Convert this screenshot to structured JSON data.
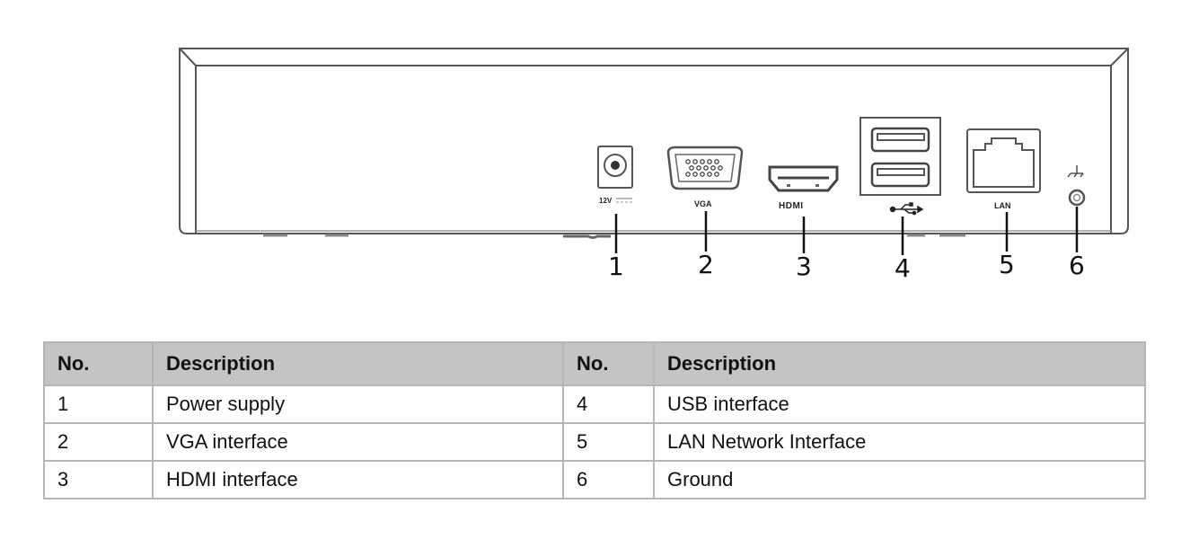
{
  "diagram": {
    "title": "NVR rear panel",
    "ports": [
      {
        "number": "1",
        "name": "power-port",
        "label": "12V"
      },
      {
        "number": "2",
        "name": "vga-port",
        "label": "VGA"
      },
      {
        "number": "3",
        "name": "hdmi-port",
        "label": "HDMI"
      },
      {
        "number": "4",
        "name": "usb-ports",
        "label": "USB"
      },
      {
        "number": "5",
        "name": "lan-port",
        "label": "LAN"
      },
      {
        "number": "6",
        "name": "ground-terminal",
        "label": "GND"
      }
    ]
  },
  "table": {
    "headers": [
      "No.",
      "Description",
      "No.",
      "Description"
    ],
    "rows": [
      [
        "1",
        "Power supply",
        "4",
        "USB interface"
      ],
      [
        "2",
        "VGA interface",
        "5",
        "LAN Network Interface"
      ],
      [
        "3",
        "HDMI interface",
        "6",
        "Ground"
      ]
    ]
  }
}
